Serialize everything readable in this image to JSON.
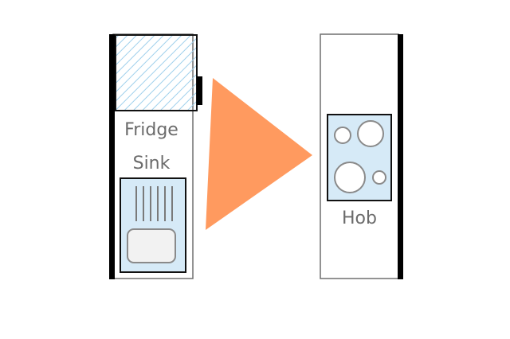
{
  "diagram": {
    "labels": {
      "fridge": "Fridge",
      "sink": "Sink",
      "hob": "Hob"
    },
    "colors": {
      "triangle": "#ff9a5f",
      "appliance_fill": "#d6eaf7",
      "hatch": "#9fd0ec",
      "wall": "#000000",
      "outline": "#4a4a4a",
      "label": "#6b6b6b"
    }
  }
}
